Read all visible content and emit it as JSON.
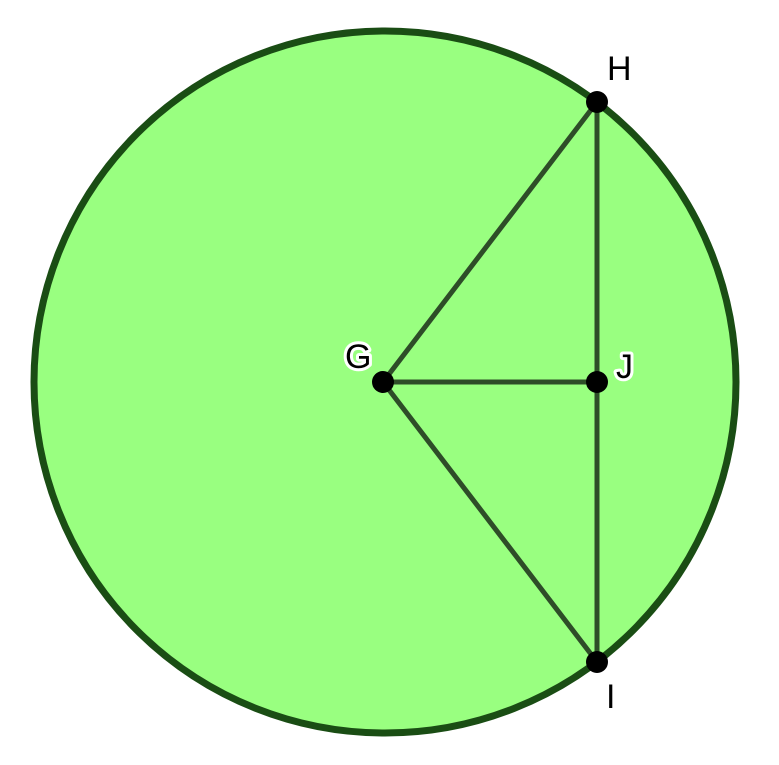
{
  "colors": {
    "circle_fill": "#99ff80",
    "circle_stroke": "#1a4d14",
    "segment_stroke": "#2e4d28",
    "point_fill": "#000000"
  },
  "points": {
    "G": {
      "label": "G"
    },
    "H": {
      "label": "H"
    },
    "I": {
      "label": "I"
    },
    "J": {
      "label": "J"
    }
  },
  "segments": [
    "GH",
    "GI",
    "GJ",
    "HJ",
    "JI"
  ]
}
